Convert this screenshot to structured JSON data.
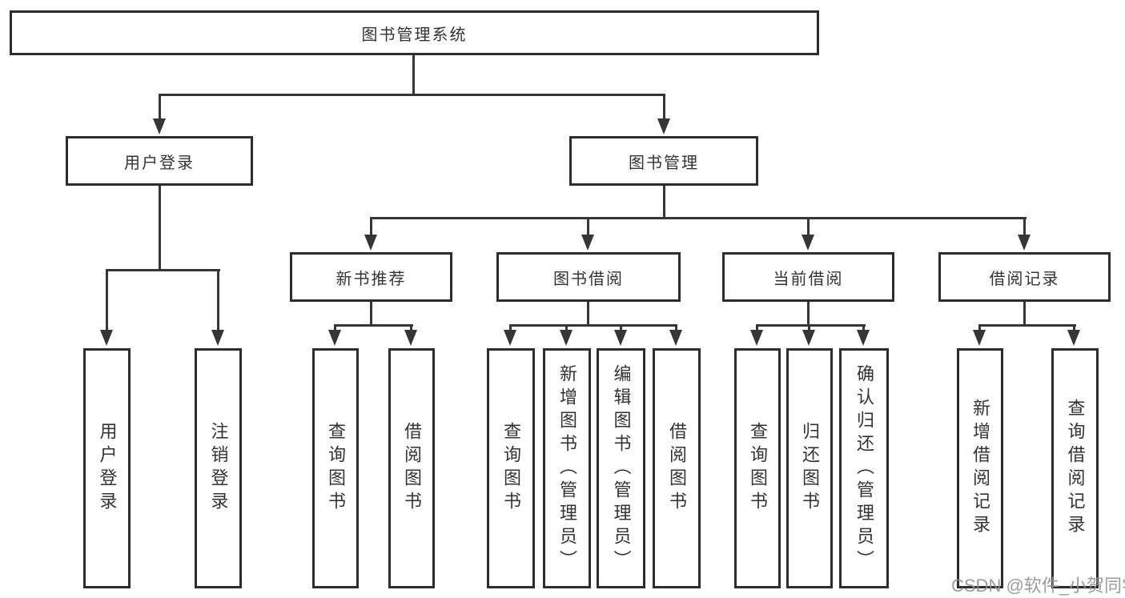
{
  "diagram": {
    "nodes": {
      "root": "图书管理系统",
      "level2": [
        "用户登录",
        "图书管理"
      ],
      "level3": [
        "新书推荐",
        "图书借阅",
        "当前借阅",
        "借阅记录"
      ],
      "leaves": {
        "user_login": [
          "用户登录",
          "注销登录"
        ],
        "new_book_recommend": [
          "查询图书",
          "借阅图书"
        ],
        "book_borrow": [
          "查询图书",
          "新增图书（管理员）",
          "编辑图书（管理员）",
          "借阅图书"
        ],
        "current_borrow": [
          "查询图书",
          "归还图书",
          "确认归还（管理员）"
        ],
        "borrow_records": [
          "新增借阅记录",
          "查询借阅记录"
        ]
      }
    },
    "colors": {
      "line": "#363636",
      "border": "#2d2d2d",
      "text": "#333333",
      "background": "#ffffff",
      "watermark": "#919191"
    }
  },
  "watermark": {
    "text": "CSDN @软件_小贺同学"
  }
}
